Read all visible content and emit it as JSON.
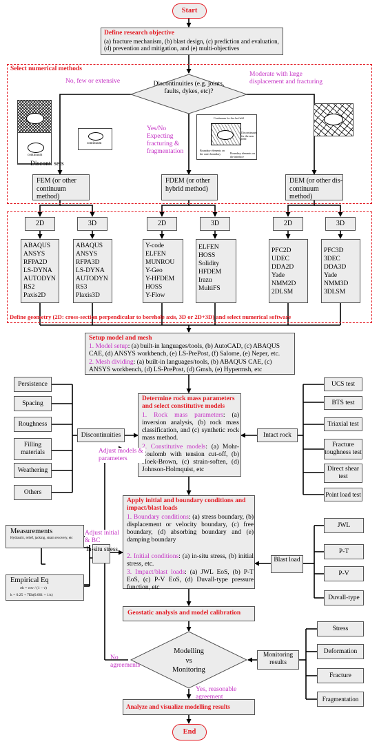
{
  "start": "Start",
  "end": "End",
  "objective": {
    "title": "Define research objective",
    "body": "(a) fracture mechanism, (b) blast design, (c) prediction and evaluation, (d) prevention and mitigation, and (e) multi-objectives"
  },
  "methods_section": {
    "title": "Select numerical methods",
    "decision": "Discontinuities (e.g. joints, faults, dykes, etc)?",
    "left_label": "No, few or extensive",
    "middle_label": "Yes/No Expecting fracturing & fragmentation",
    "right_label": "Moderate with large displacement and fracturing",
    "img_left_continuum": "continuum",
    "img_left_continuum2": "continuum",
    "img_left_discont": "Discont. sets",
    "img_mid_far": "Continuum for the far-field",
    "img_mid_disc": "Discontinuum for the near field",
    "img_mid_bd1": "Boundary elements on the outer boundary",
    "img_mid_bd2": "Boundary elements on the interface",
    "fem": "FEM (or other continuum method)",
    "fdem": "FDEM (or other hybrid method)",
    "dem": "DEM (or other dis-continuum method)"
  },
  "software_section": {
    "title": "Define geometry (2D: cross-section perpendicular to borehole axis, 3D or 2D+3D) and select numerical software",
    "dims": [
      "2D",
      "3D",
      "2D",
      "3D",
      "2D",
      "3D"
    ],
    "lists": [
      [
        "ABAQUS",
        "ANSYS",
        "RFPA2D",
        "LS-DYNA",
        "AUTODYN",
        "RS2",
        "Paxis2D"
      ],
      [
        "ABAQUS",
        "ANSYS",
        "RFPA3D",
        "LS-DYNA",
        "AUTODYN",
        "RS3",
        "Plaxis3D"
      ],
      [
        "Y-code",
        "ELFEN",
        "MUNROU",
        "Y-Geo",
        "Y-HFDEM",
        "HOSS",
        "Y-Flow"
      ],
      [
        "ELFEN",
        "HOSS",
        "Solidity",
        "HFDEM",
        "Irazu",
        "MultiFS"
      ],
      [
        "PFC2D",
        "UDEC",
        "DDA2D",
        "Yade",
        "NMM2D",
        "2DLSM"
      ],
      [
        "PFC3D",
        "3DEC",
        "DDA3D",
        "Yade",
        "NMM3D",
        "3DLSM"
      ]
    ]
  },
  "setup": {
    "title": "Setup model and mesh",
    "item1_label": "1.  Model setup",
    "item1_text": ": (a) built-in languages/tools, (b) AutoCAD, (c) ABAQUS CAE, (d) ANSYS workbench, (e) LS-PrePost, (f) Salome, (e) Neper, etc.",
    "item2_label": "2.  Mesh dividing",
    "item2_text": ": (a) built-in languages/tools, (b) ABAQUS CAE, (c) ANSYS workbench, (d) LS-PrePost, (d) Gmsh, (e) Hypermsh, etc"
  },
  "rock": {
    "title": "Determine rock mass parameters and select constitutive models",
    "item1_label": "1.  Rock mass parameters",
    "item1_text": ": (a) inversion analysis, (b) rock mass classification, and (c) synthetic rock mass method.",
    "item2_label": "2.  Constitutive models",
    "item2_text": ": (a) Mohr-Coulomb with tension cut-off, (b) Hoek-Brown, (c) strain-soften, (d) Johnson-Holmquist, etc"
  },
  "discontinuities": {
    "label": "Discontinuities",
    "items": [
      "Persistence",
      "Spacing",
      "Roughness",
      "Filling materials",
      "Weathering",
      "Others"
    ]
  },
  "intact": {
    "label": "Intact rock",
    "items": [
      "UCS test",
      "BTS test",
      "Triaxial test",
      "Fracture toughness test",
      "Direct shear test",
      "Point load test"
    ]
  },
  "adjust_models": "Adjust models & parameters",
  "adjust_initial": "Adjust initial & BC",
  "no_agreements": "No agreements",
  "yes_agreement": "Yes, reasonable agreement",
  "bc": {
    "title": "Apply initial and boundary conditions and impact/blast loads",
    "item1_label": "1.  Boundary conditions",
    "item1_text": ": (a) stress boundary, (b) displacement or velocity boundary, (c) free boundary, (d) absorbing boundary and (e) damping boundary",
    "item2_label": "2.  Initial conditions",
    "item2_text": ": (a) in-situ stress, (b) initial stress, etc.",
    "item3_label": "3.  Impact/blast loads",
    "item3_text": ": (a) JWL EoS, (b) P-T EoS, (c) P-V EoS, (d) Duvall-type pressure function, etc"
  },
  "insitu": {
    "label": "In-situ stress",
    "measurements_title": "Measurements",
    "measurements_sub": "Hydraulic, relief, jacking, strain recovery, etc",
    "empirical_title": "Empirical Eq",
    "eq1": "σh = νσv / (1 − ν)",
    "eq2": "k = 0.25 + 7Eh(0.001 + 1/z)"
  },
  "blast": {
    "label": "Blast load",
    "items": [
      "JWL",
      "P-T",
      "P-V",
      "Duvall-type"
    ]
  },
  "geostatic": "Geostatic analysis and model calibration",
  "modelling": {
    "line1": "Modelling",
    "line2": "vs",
    "line3": "Monitoring"
  },
  "monitoring": {
    "label": "Monitoring results",
    "items": [
      "Stress",
      "Deformation",
      "Fracture",
      "Fragmentation"
    ]
  },
  "analyze": "Analyze and visualize modelling results"
}
